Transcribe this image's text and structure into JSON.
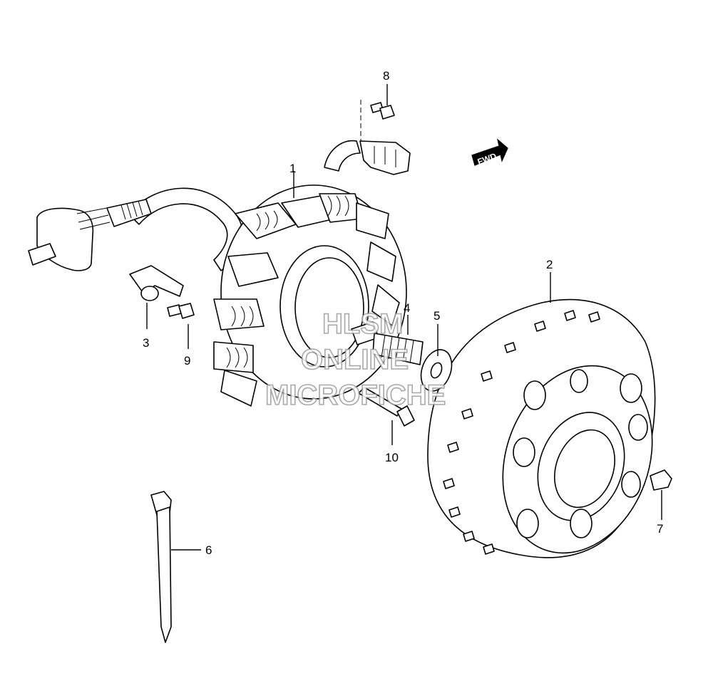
{
  "callouts": [
    {
      "id": "1",
      "text": "1"
    },
    {
      "id": "2",
      "text": "2"
    },
    {
      "id": "3",
      "text": "3"
    },
    {
      "id": "4",
      "text": "4"
    },
    {
      "id": "5",
      "text": "5"
    },
    {
      "id": "6",
      "text": "6"
    },
    {
      "id": "7",
      "text": "7"
    },
    {
      "id": "8",
      "text": "8"
    },
    {
      "id": "9",
      "text": "9"
    },
    {
      "id": "10",
      "text": "10"
    }
  ],
  "direction_marker": {
    "text": "FWD"
  },
  "watermark": {
    "line1": "HLSM",
    "line2": "ONLINE",
    "line3": "MICROFICHE"
  }
}
